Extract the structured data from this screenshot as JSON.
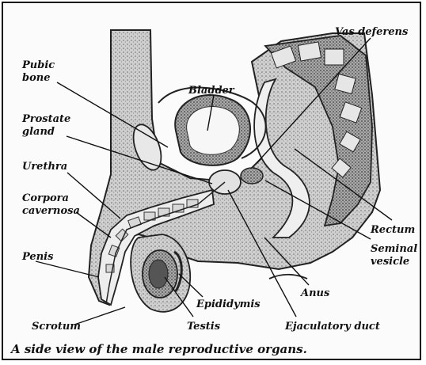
{
  "labels": {
    "vas_deferens": "Vas deferens",
    "pubic_bone_1": "Pubic",
    "pubic_bone_2": "bone",
    "bladder": "Bladder",
    "prostate_1": "Prostate",
    "prostate_2": "gland",
    "urethra": "Urethra",
    "corpora_1": "Corpora",
    "corpora_2": "cavernosa",
    "rectum": "Rectum",
    "seminal_1": "Seminal",
    "seminal_2": "vesicle",
    "penis": "Penis",
    "epididymis": "Epididymis",
    "anus": "Anus",
    "scrotum": "Scrotum",
    "testis": "Testis",
    "ejaculatory_duct": "Ejaculatory duct"
  },
  "caption": "A side view of the male reproductive organs."
}
